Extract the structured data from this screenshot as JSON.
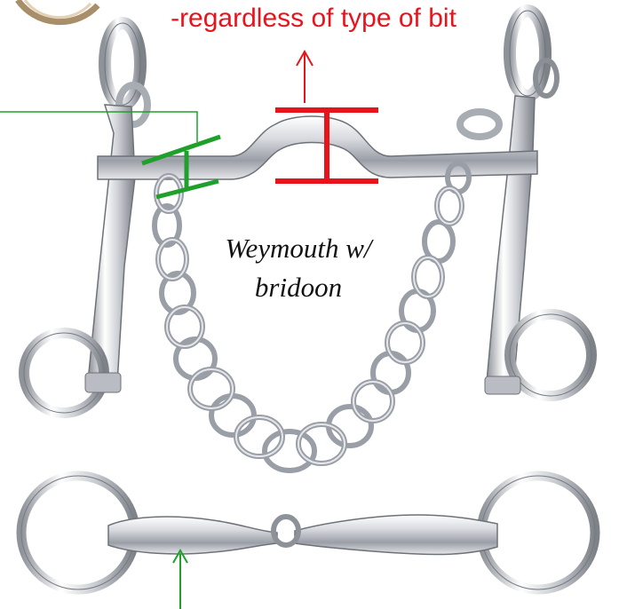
{
  "caption_top": "-regardless of type of bit",
  "caption_weymouth": [
    "Weymouth w/",
    "bridoon"
  ],
  "colors": {
    "annotation_red": "#e8141c",
    "annotation_green": "#1fa02a",
    "steel_light": "#f2f3f5",
    "steel_mid": "#b9bcc2",
    "steel_dark": "#6d7178"
  }
}
